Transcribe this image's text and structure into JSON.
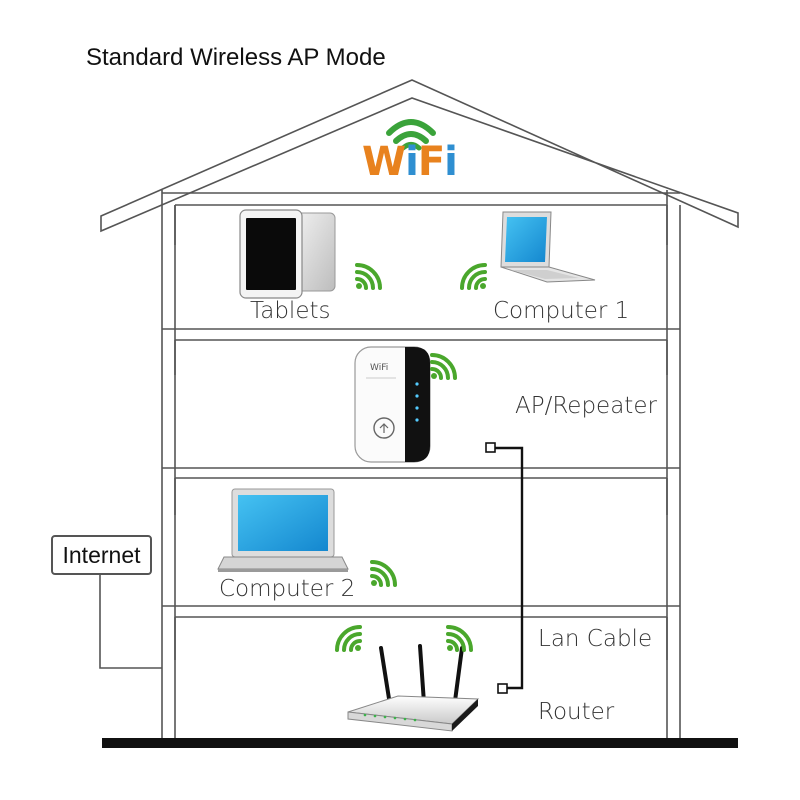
{
  "title": "Standard Wireless AP Mode",
  "wifi_logo": {
    "text": "WiFi",
    "letters": [
      "W",
      "i",
      "F",
      "i"
    ],
    "colors": [
      "#e8821e",
      "#2f8fd1",
      "#e8821e",
      "#2f8fd1"
    ],
    "arc_color": "#3aa33a"
  },
  "devices": {
    "tablets": "Tablets",
    "computer1": "Computer 1",
    "ap_repeater": "AP/Repeater",
    "computer2": "Computer 2",
    "router": "Router"
  },
  "ap_device_text": "WiFi",
  "lan_cable": "Lan Cable",
  "internet": "Internet",
  "icons": [
    "wifi-logo-icon",
    "tablet-icon",
    "laptop-icon",
    "repeater-icon",
    "router-icon",
    "wifi-signal-icon"
  ],
  "colors": {
    "signal_green": "#4aa72c",
    "line": "#555555",
    "ground": "#111111",
    "screen_blue": "#1fa1e0"
  }
}
